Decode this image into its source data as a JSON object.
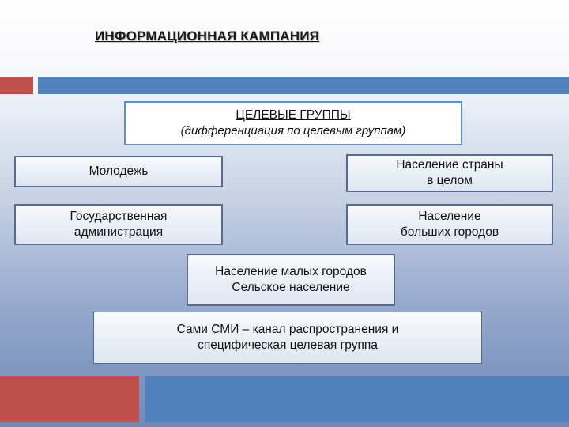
{
  "slide": {
    "title": "ИНФОРМАЦИОННАЯ КАМПАНИЯ"
  },
  "diagram": {
    "header_box": {
      "title": "ЦЕЛЕВЫЕ ГРУППЫ",
      "subtitle": "(дифференциация по целевым группам)"
    },
    "groups": {
      "youth": {
        "line1": "Молодежь"
      },
      "population_country": {
        "line1": "Население страны",
        "line2": "в целом"
      },
      "state_admin": {
        "line1": "Государственная",
        "line2": "администрация"
      },
      "population_big_cities": {
        "line1": "Население",
        "line2": "больших городов"
      },
      "small_towns_rural": {
        "line1": "Население малых городов",
        "line2": "Сельское население"
      },
      "media": {
        "line1": "Сами СМИ – канал распространения и",
        "line2": "специфическая целевая группа"
      }
    }
  },
  "colors": {
    "accent_red": "#c0504d",
    "accent_blue": "#4f81bd",
    "header_box_border": "#5b8fd6"
  }
}
